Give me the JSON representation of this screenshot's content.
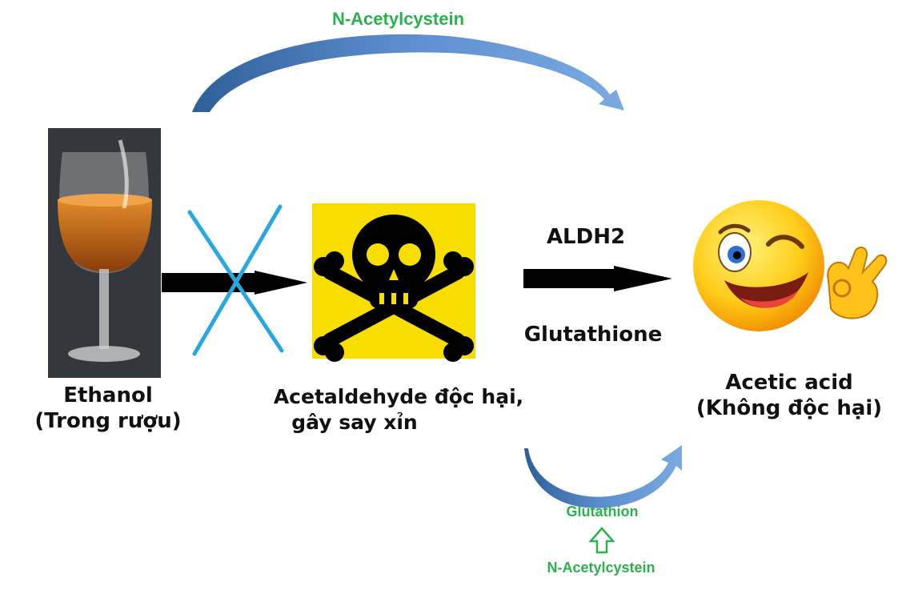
{
  "top_arrow_label": "N-Acetylcystein",
  "ethanol": {
    "line1": "Ethanol",
    "line2": "(Trong rượu)",
    "image": "wine-glass"
  },
  "acetaldehyde": {
    "line1": "Acetaldehyde độc hại,",
    "line2": "gây say xỉn",
    "image": "skull-crossbones-icon"
  },
  "enzyme": {
    "label": "ALDH2",
    "cofactor": "Glutathione"
  },
  "acetic_acid": {
    "line1": "Acetic acid",
    "line2": "(Không độc hại)",
    "image": "winking-smiley-ok-hand"
  },
  "bottom": {
    "glutathion_label": "Glutathion",
    "nac_label": "N-Acetylcystein"
  },
  "colors": {
    "arrow_blue": "#4a7fc0",
    "green_text": "#2bb24c",
    "cross_blue": "#29a8e0",
    "hazard_yellow": "#f7dd00"
  }
}
